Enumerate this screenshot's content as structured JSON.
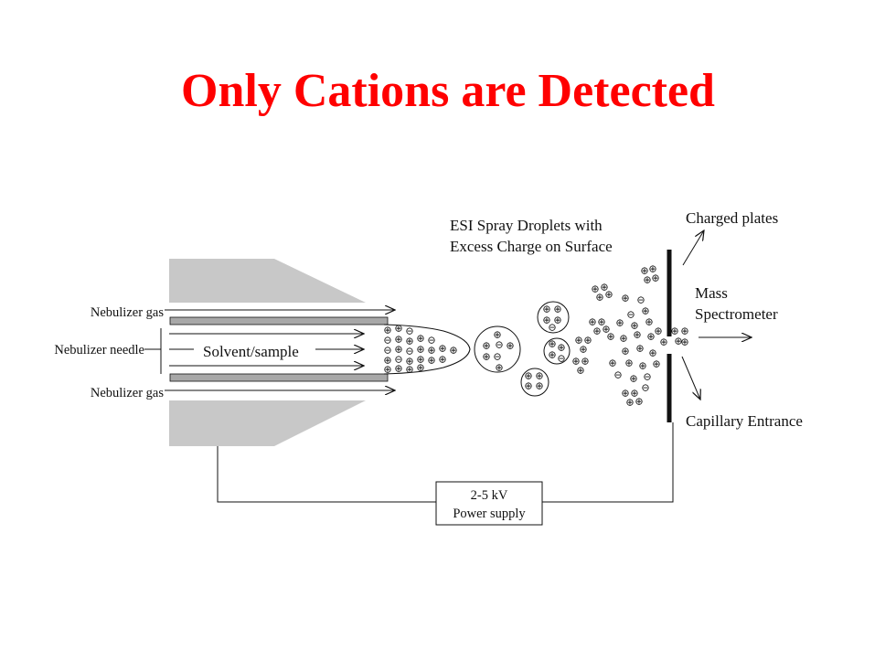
{
  "slide": {
    "title": "Only Cations are Detected",
    "title_color": "#ff0000"
  },
  "diagram": {
    "labels": {
      "nebulizer_gas_top": "Nebulizer gas",
      "nebulizer_needle": "Nebulizer needle",
      "nebulizer_gas_bottom": "Nebulizer gas",
      "solvent_sample": "Solvent/sample",
      "esi_line1": "ESI Spray Droplets with",
      "esi_line2": "Excess Charge on Surface",
      "charged_plates": "Charged plates",
      "mass_line1": "Mass",
      "mass_line2": "Spectrometer",
      "capillary_entrance": "Capillary Entrance",
      "power_line1": "2-5 kV",
      "power_line2": "Power supply"
    },
    "symbols": {
      "cation": "⊕",
      "anion": "⊖"
    },
    "colors": {
      "housing": "#c8c8c8",
      "needle": "#a8a8a8",
      "line": "#111111"
    }
  }
}
